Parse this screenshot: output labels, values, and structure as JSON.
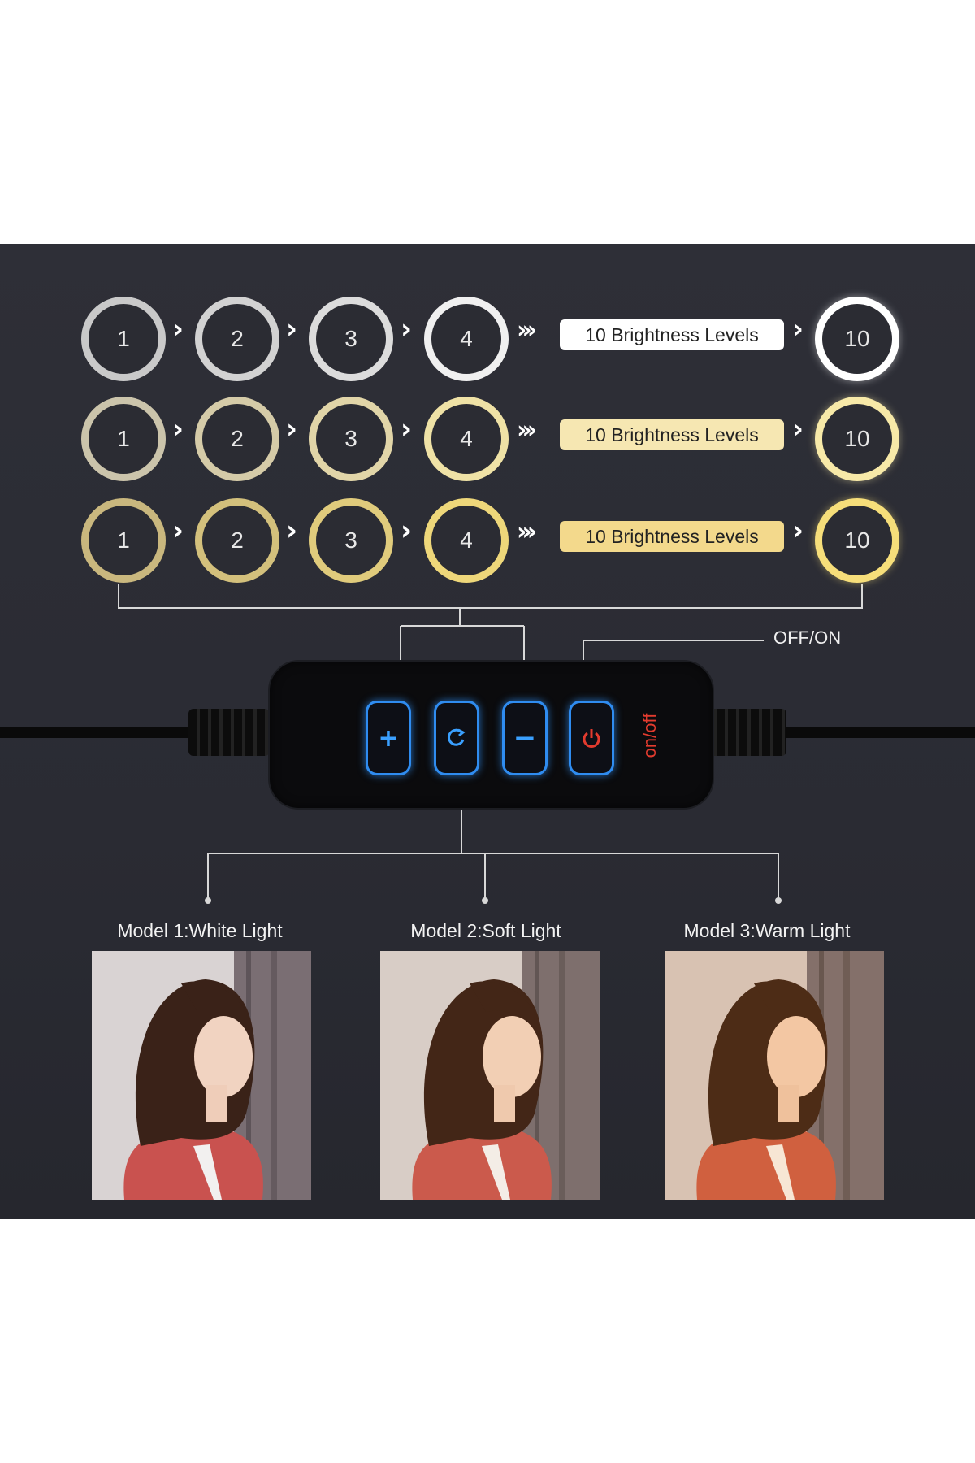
{
  "rows": [
    {
      "levels": [
        "1",
        "2",
        "3",
        "4"
      ],
      "pill_label": "10 Brightness Levels",
      "max_level": "10",
      "ring_color": "#c9c9c9",
      "ring_max_color": "#ffffff",
      "pill_color": "#ffffff"
    },
    {
      "levels": [
        "1",
        "2",
        "3",
        "4"
      ],
      "pill_label": "10 Brightness Levels",
      "max_level": "10",
      "ring_color": "#d9cfae",
      "ring_max_color": "#f7e9a8",
      "pill_color": "#f6e7b2"
    },
    {
      "levels": [
        "1",
        "2",
        "3",
        "4"
      ],
      "pill_label": "10 Brightness Levels",
      "max_level": "10",
      "ring_color": "#d8c47a",
      "ring_max_color": "#f6de7a",
      "pill_color": "#f3d98c"
    }
  ],
  "controller": {
    "off_on_label": "OFF/ON",
    "button_plus": "+",
    "button_minus": "−",
    "side_text": "on/off",
    "accent_color": "#2f8cf0",
    "power_color": "#e23b2e"
  },
  "models": [
    {
      "label": "Model 1:White Light"
    },
    {
      "label": "Model 2:Soft Light"
    },
    {
      "label": "Model 3:Warm Light"
    }
  ]
}
